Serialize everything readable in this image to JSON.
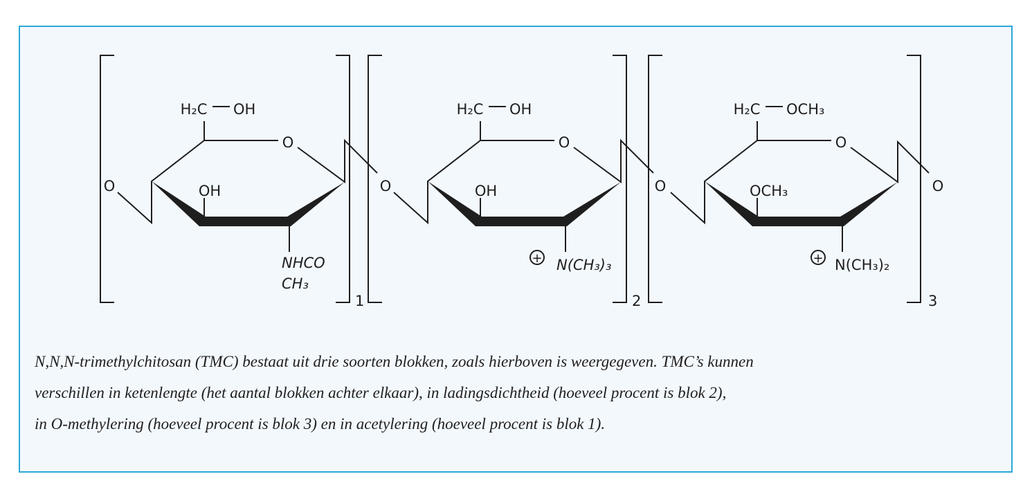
{
  "units": [
    {
      "index": "1",
      "ring_oxygen": "O",
      "link_oxygen": "O",
      "c6_group": "H₂C",
      "c6_sub": "OH",
      "c3_sub": "OH",
      "c2_line1": "NHCO",
      "c2_line2": "CH₃"
    },
    {
      "index": "2",
      "ring_oxygen": "O",
      "link_oxygen": "O",
      "c6_group": "H₂C",
      "c6_sub": "OH",
      "c3_sub": "OH",
      "charge": "+",
      "c2_sub": "N(CH₃)₃"
    },
    {
      "index": "3",
      "ring_oxygen": "O",
      "link_oxygen": "O",
      "c6_group": "H₂C",
      "c6_sub": "OCH₃",
      "c3_sub": "OCH₃",
      "charge": "+",
      "c2_sub": "N(CH₃)₂",
      "end_oxygen": "O"
    }
  ],
  "caption": {
    "line1": "N,N,N-trimethylchitosan (TMC) bestaat uit drie soorten blokken, zoals hierboven is weergegeven. TMC’s kunnen",
    "line2": "verschillen in ketenlengte (het aantal blokken achter elkaar), in ladingsdichtheid (hoeveel procent is blok 2),",
    "line3": "in O-methylering (hoeveel procent is blok 3) en in acetylering (hoeveel procent is blok 1)."
  },
  "colors": {
    "border": "#2aa8d8",
    "background": "#f3f8fd",
    "ink": "#1e1e1e"
  }
}
